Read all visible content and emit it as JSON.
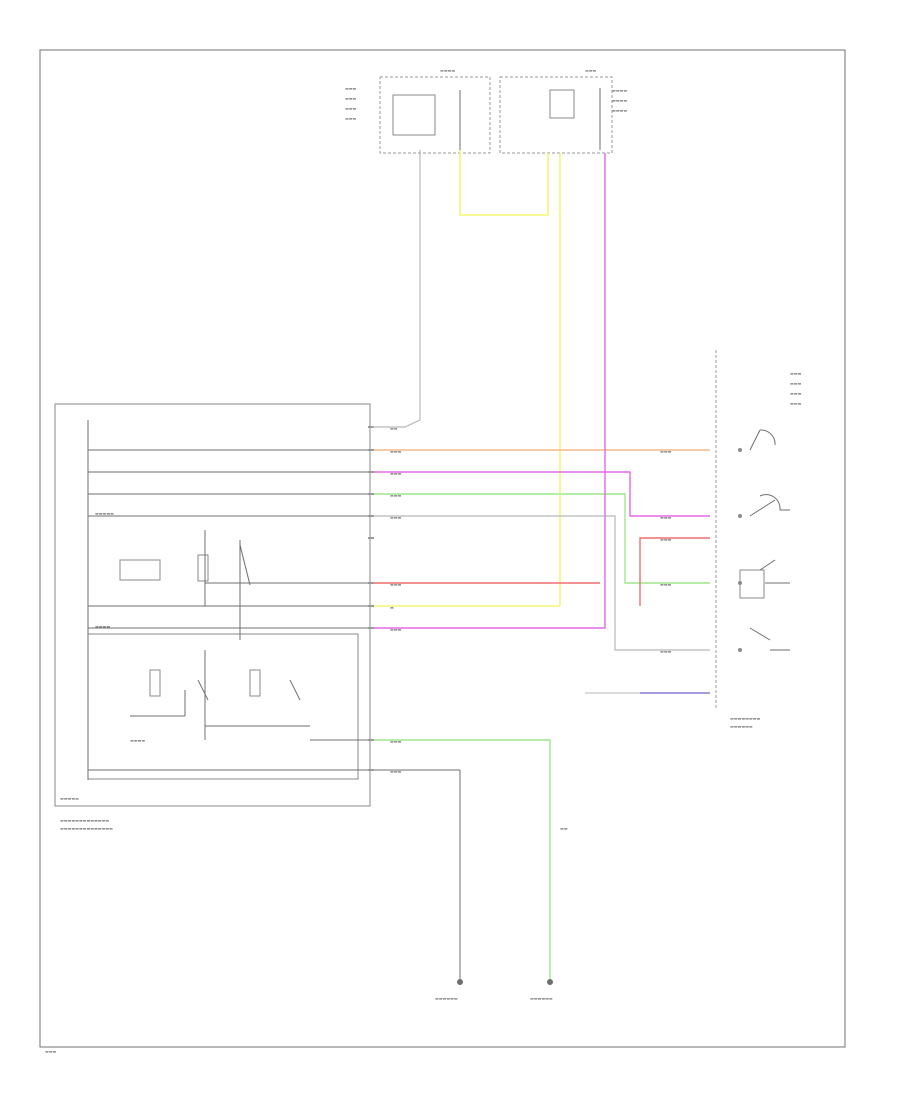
{
  "colors": {
    "orange": "#f3b888",
    "magenta": "#e36ae6",
    "green": "#9fe68c",
    "red": "#ee6f6f",
    "yellow": "#f5f574",
    "blue": "#8a7cd8",
    "gray": "#b8b8b8"
  },
  "wires": [
    {
      "name": "wire-gray-top-left",
      "color": "gray"
    },
    {
      "name": "wire-yellow-loop",
      "color": "yellow"
    },
    {
      "name": "wire-yellow-vertical",
      "color": "yellow"
    },
    {
      "name": "wire-orange",
      "color": "orange"
    },
    {
      "name": "wire-magenta-upper",
      "color": "magenta"
    },
    {
      "name": "wire-green",
      "color": "green"
    },
    {
      "name": "wire-gray-mid",
      "color": "gray"
    },
    {
      "name": "wire-red",
      "color": "red"
    },
    {
      "name": "wire-yellow-lower",
      "color": "yellow"
    },
    {
      "name": "wire-magenta-lower",
      "color": "magenta"
    },
    {
      "name": "wire-blue",
      "color": "blue"
    },
    {
      "name": "wire-green-ground",
      "color": "green"
    }
  ]
}
